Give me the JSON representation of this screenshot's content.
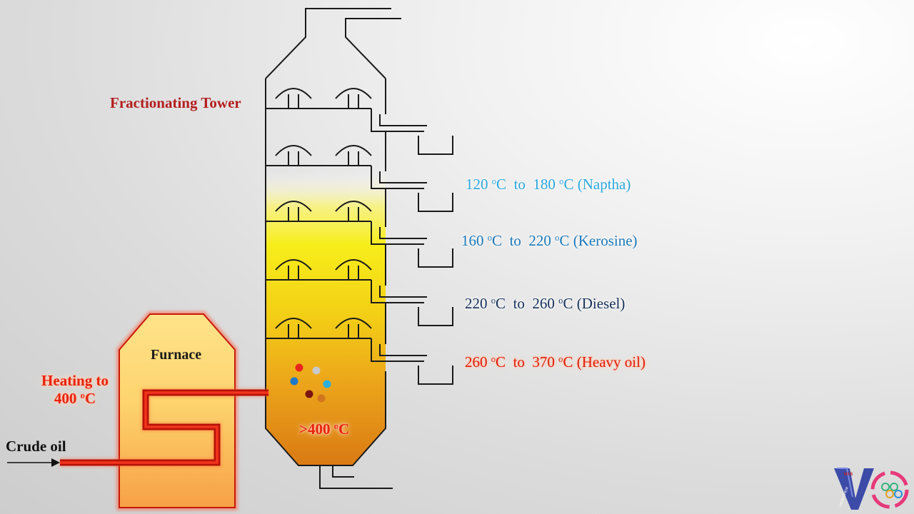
{
  "tower": {
    "title": "Fractionating Tower",
    "bottom_temp": ">400 ",
    "bottom_temp_unit": "o",
    "bottom_temp_suffix": "C"
  },
  "furnace": {
    "label": "Furnace",
    "heating_line1": "Heating to",
    "heating_value": "400 ",
    "heating_unit": "o",
    "heating_suffix": "C"
  },
  "feed": {
    "label": "Crude oil"
  },
  "fractions": [
    {
      "low": "120 ",
      "high": "180 ",
      "deg": "o",
      "c_low": "C",
      "to": "  to  ",
      "c_high": "C ",
      "name": "(Naptha)",
      "color": "#2aa6dc"
    },
    {
      "low": "160 ",
      "high": "220 ",
      "deg": "o",
      "c_low": "C",
      "to": "  to  ",
      "c_high": "C ",
      "name": "(Kerosine)",
      "color": "#1a78b8"
    },
    {
      "low": "220 ",
      "high": "260 ",
      "deg": "o",
      "c_low": "C",
      "to": "  to  ",
      "c_high": "C ",
      "name": "(Diesel)",
      "color": "#15305a"
    },
    {
      "low": "260 ",
      "high": "370 ",
      "deg": "o",
      "c_low": "C",
      "to": "  to  ",
      "c_high": "C ",
      "name": "(Heavy oil)",
      "color": "#e01e0a"
    }
  ],
  "colors": {
    "title_red": "#b41e1e",
    "heat_red": "#e8240c",
    "pipe_red": "#d81c0c",
    "line": "#1a1a1a"
  },
  "logo": {
    "text": "VIEW CHEM",
    "badge": "NYS"
  }
}
